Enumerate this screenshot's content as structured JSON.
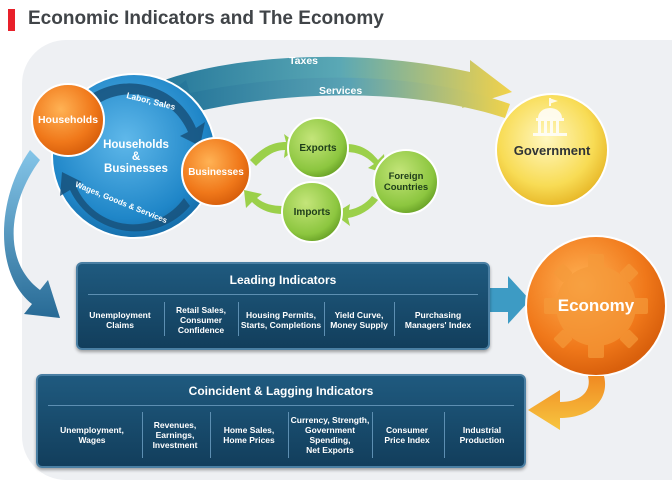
{
  "title": "Economic Indicators and The Economy",
  "nodes": {
    "households": "Households",
    "households_businesses": [
      "Households",
      "&",
      "Businesses"
    ],
    "businesses": "Businesses",
    "exports": "Exports",
    "imports": "Imports",
    "foreign_countries": [
      "Foreign",
      "Countries"
    ],
    "government": "Government",
    "economy": "Economy"
  },
  "flows": {
    "taxes": "Taxes",
    "services": "Services",
    "labor_sales": "Labor, Sales",
    "wages_goods_services": "Wages, Goods & Services"
  },
  "leading": {
    "title": "Leading Indicators",
    "items": [
      [
        "Unemployment",
        "Claims"
      ],
      [
        "Retail Sales,",
        "Consumer",
        "Confidence"
      ],
      [
        "Housing Permits,",
        "Starts, Completions"
      ],
      [
        "Yield Curve,",
        "Money Supply"
      ],
      [
        "Purchasing",
        "Managers' Index"
      ]
    ]
  },
  "lagging": {
    "title": "Coincident & Lagging Indicators",
    "items": [
      [
        "Unemployment,",
        "Wages"
      ],
      [
        "Revenues,",
        "Earnings,",
        "Investment"
      ],
      [
        "Home Sales,",
        "Home Prices"
      ],
      [
        "Currency, Strength,",
        "Government",
        "Spending,",
        "Net Exports"
      ],
      [
        "Consumer",
        "Price Index"
      ],
      [
        "Industrial",
        "Production"
      ]
    ]
  },
  "colors": {
    "accent_red": "#e8202a",
    "orange": "#f07f1e",
    "blue": "#2a8fd0",
    "green": "#8cc63f",
    "yellow": "#f5d53a",
    "navy": "#17496c",
    "teal": "#2b7fa3"
  }
}
